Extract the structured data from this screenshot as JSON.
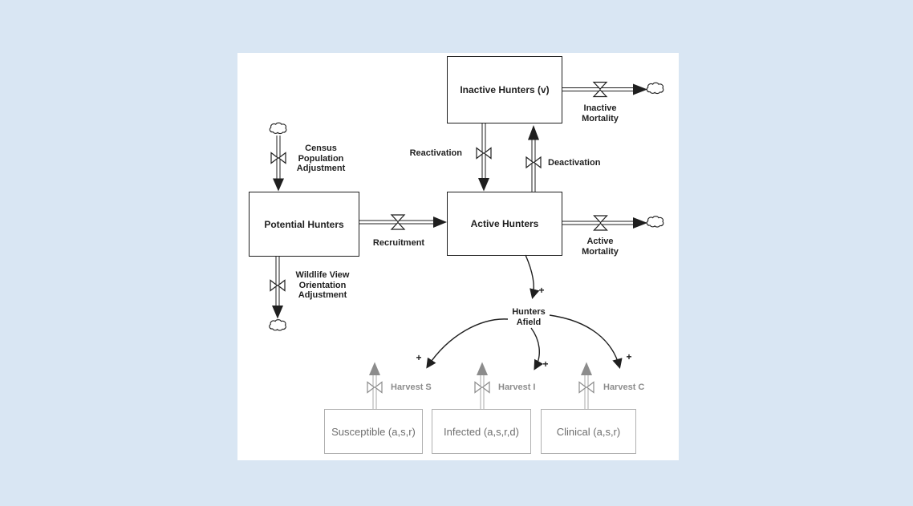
{
  "page": {
    "background": "#d9e6f3",
    "panel_bg": "#ffffff"
  },
  "colors": {
    "diagram_black": "#1f1f1f",
    "diagram_gray": "#8c8c8c",
    "gray_box_border": "#b0b0b0",
    "gray_box_text": "#6e6e6e"
  },
  "stocks": {
    "inactive": {
      "label": "Inactive Hunters (v)"
    },
    "potential": {
      "label": "Potential Hunters"
    },
    "active": {
      "label": "Active Hunters"
    }
  },
  "compartments": {
    "susceptible": {
      "label": "Susceptible (a,s,r)"
    },
    "infected": {
      "label": "Infected (a,s,r,d)"
    },
    "clinical": {
      "label": "Clinical (a,s,r)"
    }
  },
  "flow_labels": {
    "inactive_mortality": "Inactive\nMortality",
    "reactivation": "Reactivation",
    "deactivation": "Deactivation",
    "census": "Census\nPopulation\nAdjustment",
    "recruitment": "Recruitment",
    "active_mortality": "Active\nMortality",
    "wildlife": "Wildlife View\nOrientation\nAdjustment",
    "harvest_s": "Harvest S",
    "harvest_i": "Harvest I",
    "harvest_c": "Harvest C"
  },
  "aux": {
    "hunters_afield": "Hunters\nAfield"
  },
  "polarity": {
    "plus": "+"
  }
}
